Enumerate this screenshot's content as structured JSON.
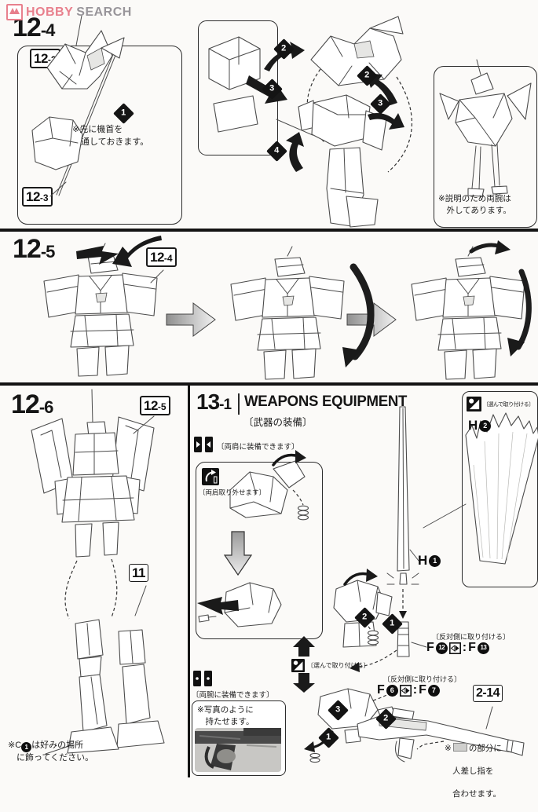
{
  "watermark": {
    "brand1": "HOBBY",
    "brand2": "SEARCH"
  },
  "markers": {
    "d1": "1",
    "d2": "2",
    "d3": "3",
    "d4": "4"
  },
  "s124": {
    "header": {
      "main": "12",
      "sub": "-4"
    },
    "callout_top": {
      "main": "12",
      "sub": "-2"
    },
    "callout_bottom": {
      "main": "12",
      "sub": "-3"
    },
    "note_nose": "※先に機首を\n　通しておきます。",
    "note_arms": "※説明のため両腕は\n　外してあります。"
  },
  "s125": {
    "header": {
      "main": "12",
      "sub": "-5"
    },
    "callout": {
      "main": "12",
      "sub": "-4"
    }
  },
  "s126": {
    "header": {
      "main": "12",
      "sub": "-6"
    },
    "callout": {
      "main": "12",
      "sub": "-5"
    },
    "callout_11": "11",
    "note_pre": "※C",
    "note_num": "1",
    "note_post": "は好みの場所\n　に飾ってください。"
  },
  "s131": {
    "header": {
      "main": "13",
      "sub": "-1"
    },
    "title": "WEAPONS EQUIPMENT",
    "subtitle": "〔武器の装備〕",
    "labels": {
      "shoulder_equip": "〔両肩に装備できます〕",
      "shoulder_remove": "〔両肩取り外せます〕",
      "select_attach": "〔選んで取り付ける〕",
      "arm_equip": "〔両腕に装備できます〕",
      "opposite_side": "〔反対側に取り付ける〕"
    },
    "parts": {
      "h": "H",
      "f": "F",
      "colon": ":",
      "n1": "1",
      "n2": "2",
      "n6": "6",
      "n7": "7",
      "n12": "12",
      "n13": "13"
    },
    "callout_2_14": "2-14",
    "notes": {
      "photo": "※写真のように\n　持たせます。",
      "finger_pre": "※",
      "finger_l1": "の部分に",
      "finger_l2": "人差し指を",
      "finger_l3": "合わせます。"
    }
  }
}
